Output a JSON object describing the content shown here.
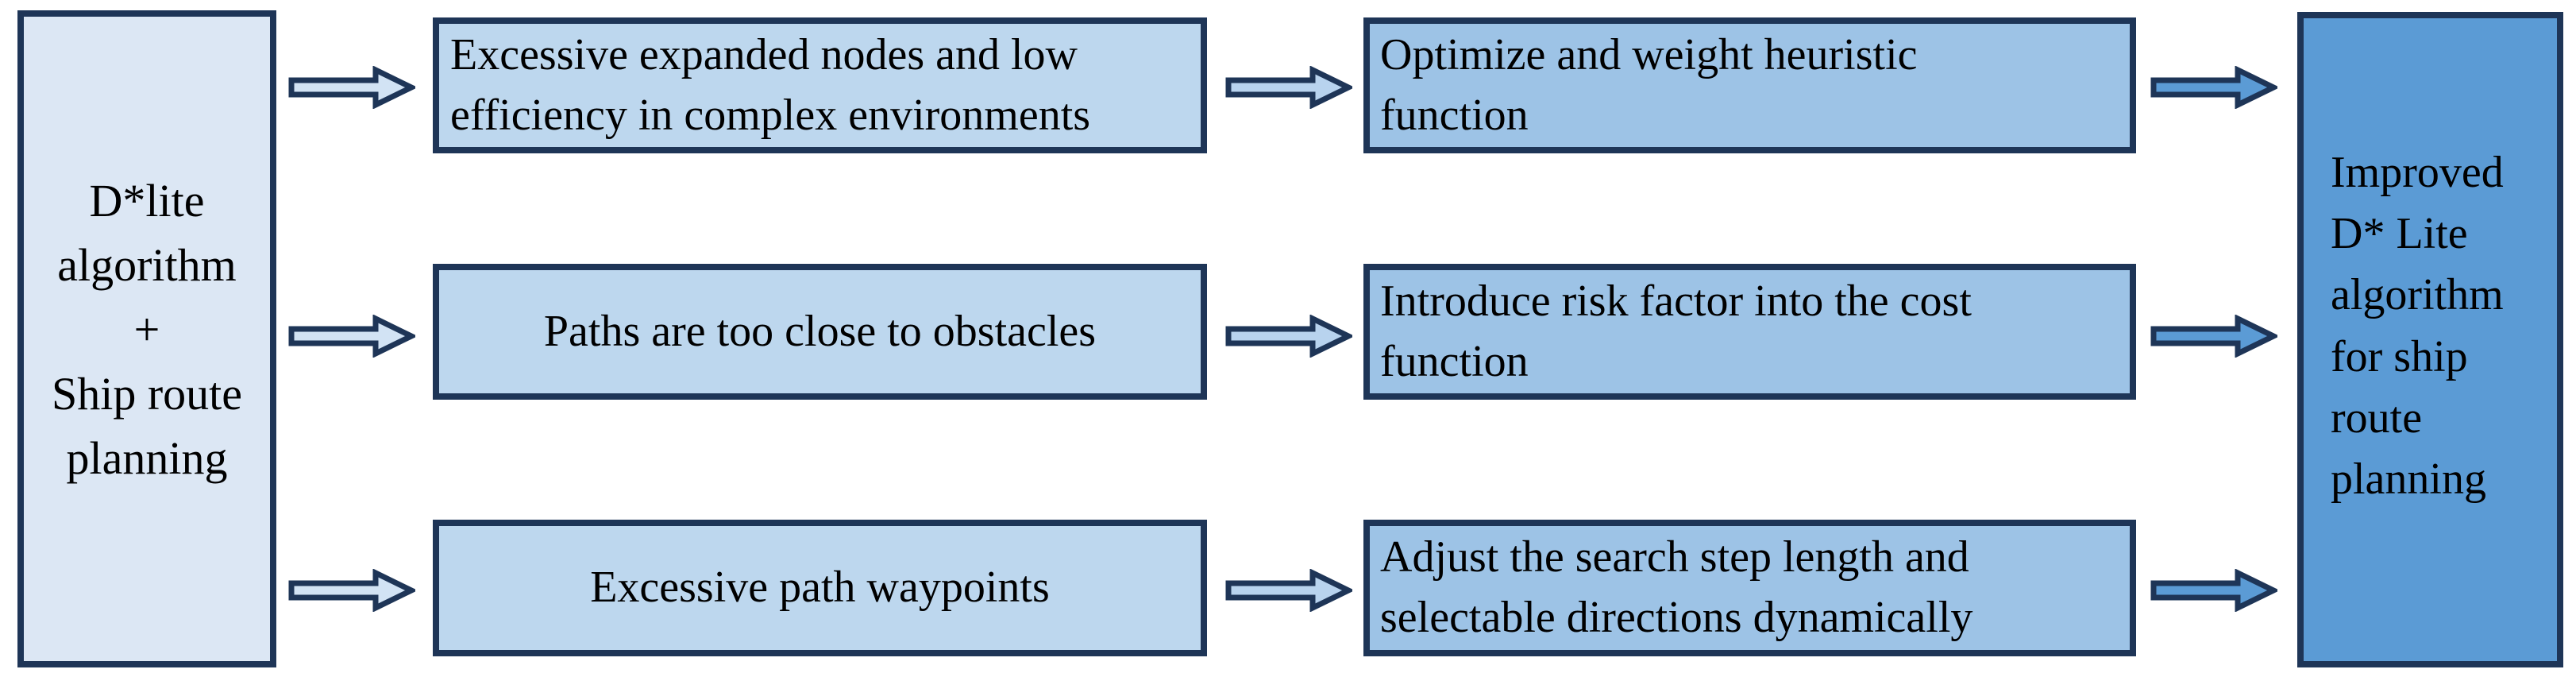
{
  "colors": {
    "border": "#1e3557",
    "source_fill": "#dce7f4",
    "problem_fill": "#bdd7ee",
    "solution_fill": "#9dc3e6",
    "result_fill": "#5b9bd5",
    "arrow_level1_fill": "#d2e3f4",
    "arrow_level2_fill": "#b8d3ee",
    "arrow_level3_fill": "#5b9bd5"
  },
  "icons": {
    "flow_arrow": "right-block-arrow"
  },
  "source_box": {
    "text": "D*lite\nalgorithm\n+\nShip route\nplanning"
  },
  "result_box": {
    "text": "Improved\nD* Lite\nalgorithm\nfor ship\nroute\nplanning"
  },
  "rows": [
    {
      "problem": "Excessive expanded nodes and low\nefficiency in complex environments",
      "solution": "Optimize and weight heuristic\nfunction"
    },
    {
      "problem": "Paths are too close to obstacles",
      "solution": "Introduce risk factor into the cost\nfunction"
    },
    {
      "problem": "Excessive path waypoints",
      "solution": "Adjust the search step length and\nselectable directions dynamically"
    }
  ]
}
